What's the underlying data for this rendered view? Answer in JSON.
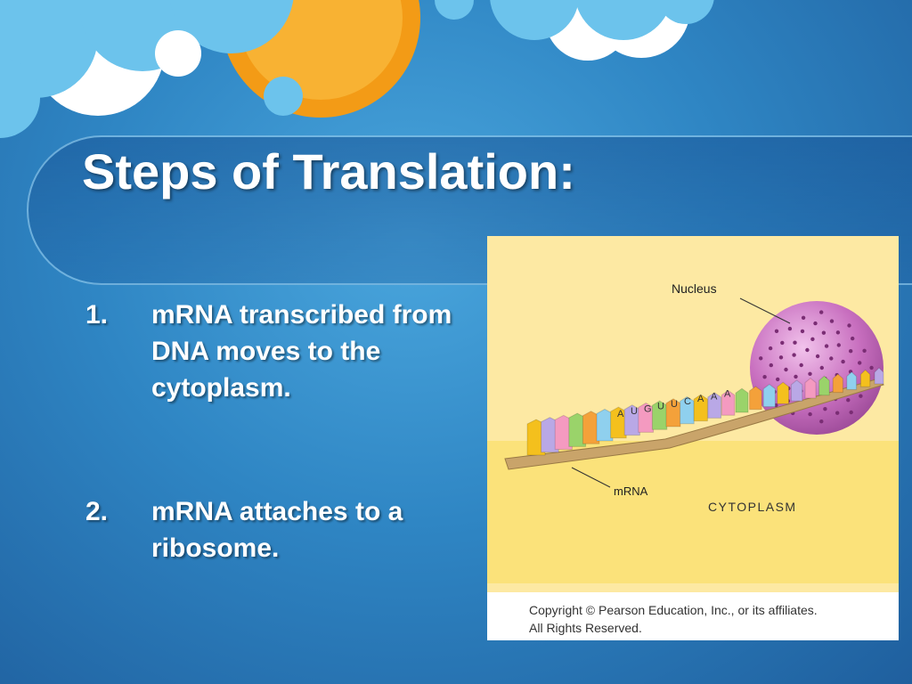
{
  "slide": {
    "title": "Steps of Translation:",
    "steps": [
      {
        "number": "1.",
        "text": "mRNA transcribed from DNA moves to the cytoplasm."
      },
      {
        "number": "2.",
        "text": "mRNA attaches to a ribosome."
      }
    ]
  },
  "figure": {
    "nucleus_label": "Nucleus",
    "mrna_label": "mRNA",
    "cytoplasm_label": "CYTOPLASM",
    "codon_letters": [
      "A",
      "U",
      "G",
      "U",
      "U",
      "C",
      "A",
      "A",
      "A"
    ],
    "copyright_line1": "Copyright © Pearson Education, Inc., or its affiliates.",
    "copyright_line2": "All Rights Reserved."
  },
  "colors": {
    "background_blue": "#2f86c4",
    "cloud_light_blue": "#66c0ea",
    "sun_orange": "#f6a31a",
    "figure_yellow": "#fbe27a",
    "nucleus_pink": "#c86fbf"
  }
}
